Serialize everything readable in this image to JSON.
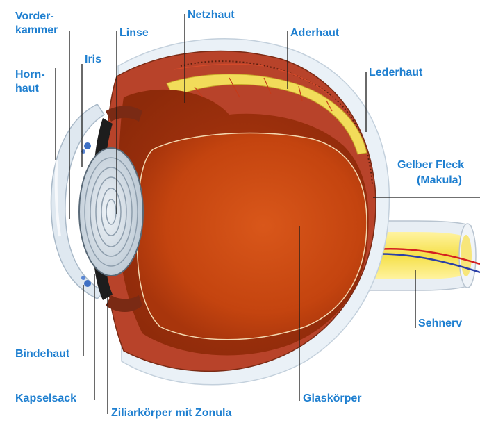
{
  "labels": {
    "vorderkammer_1": "Vorder-",
    "vorderkammer_2": "kammer",
    "iris": "Iris",
    "hornhaut_1": "Horn-",
    "hornhaut_2": "haut",
    "linse": "Linse",
    "netzhaut": "Netzhaut",
    "aderhaut": "Aderhaut",
    "lederhaut": "Lederhaut",
    "gelber_fleck_1": "Gelber Fleck",
    "gelber_fleck_2": "(Makula)",
    "sehnerv": "Sehnerv",
    "bindehaut": "Bindehaut",
    "kapselsack": "Kapselsack",
    "ziliarkoerper": "Ziliarkörper mit Zonula",
    "glaskoerper": "Glaskörper"
  },
  "colors": {
    "label_text": "#1e7fd0",
    "leader_line": "#1a1a1a",
    "sclera": "#eaf1f7",
    "choroid": "#b8432a",
    "retina": "#f2dc5a",
    "vitreous": "#c5460f",
    "lens": "#d4dde6",
    "optic_nerve": "#f5e04a"
  }
}
